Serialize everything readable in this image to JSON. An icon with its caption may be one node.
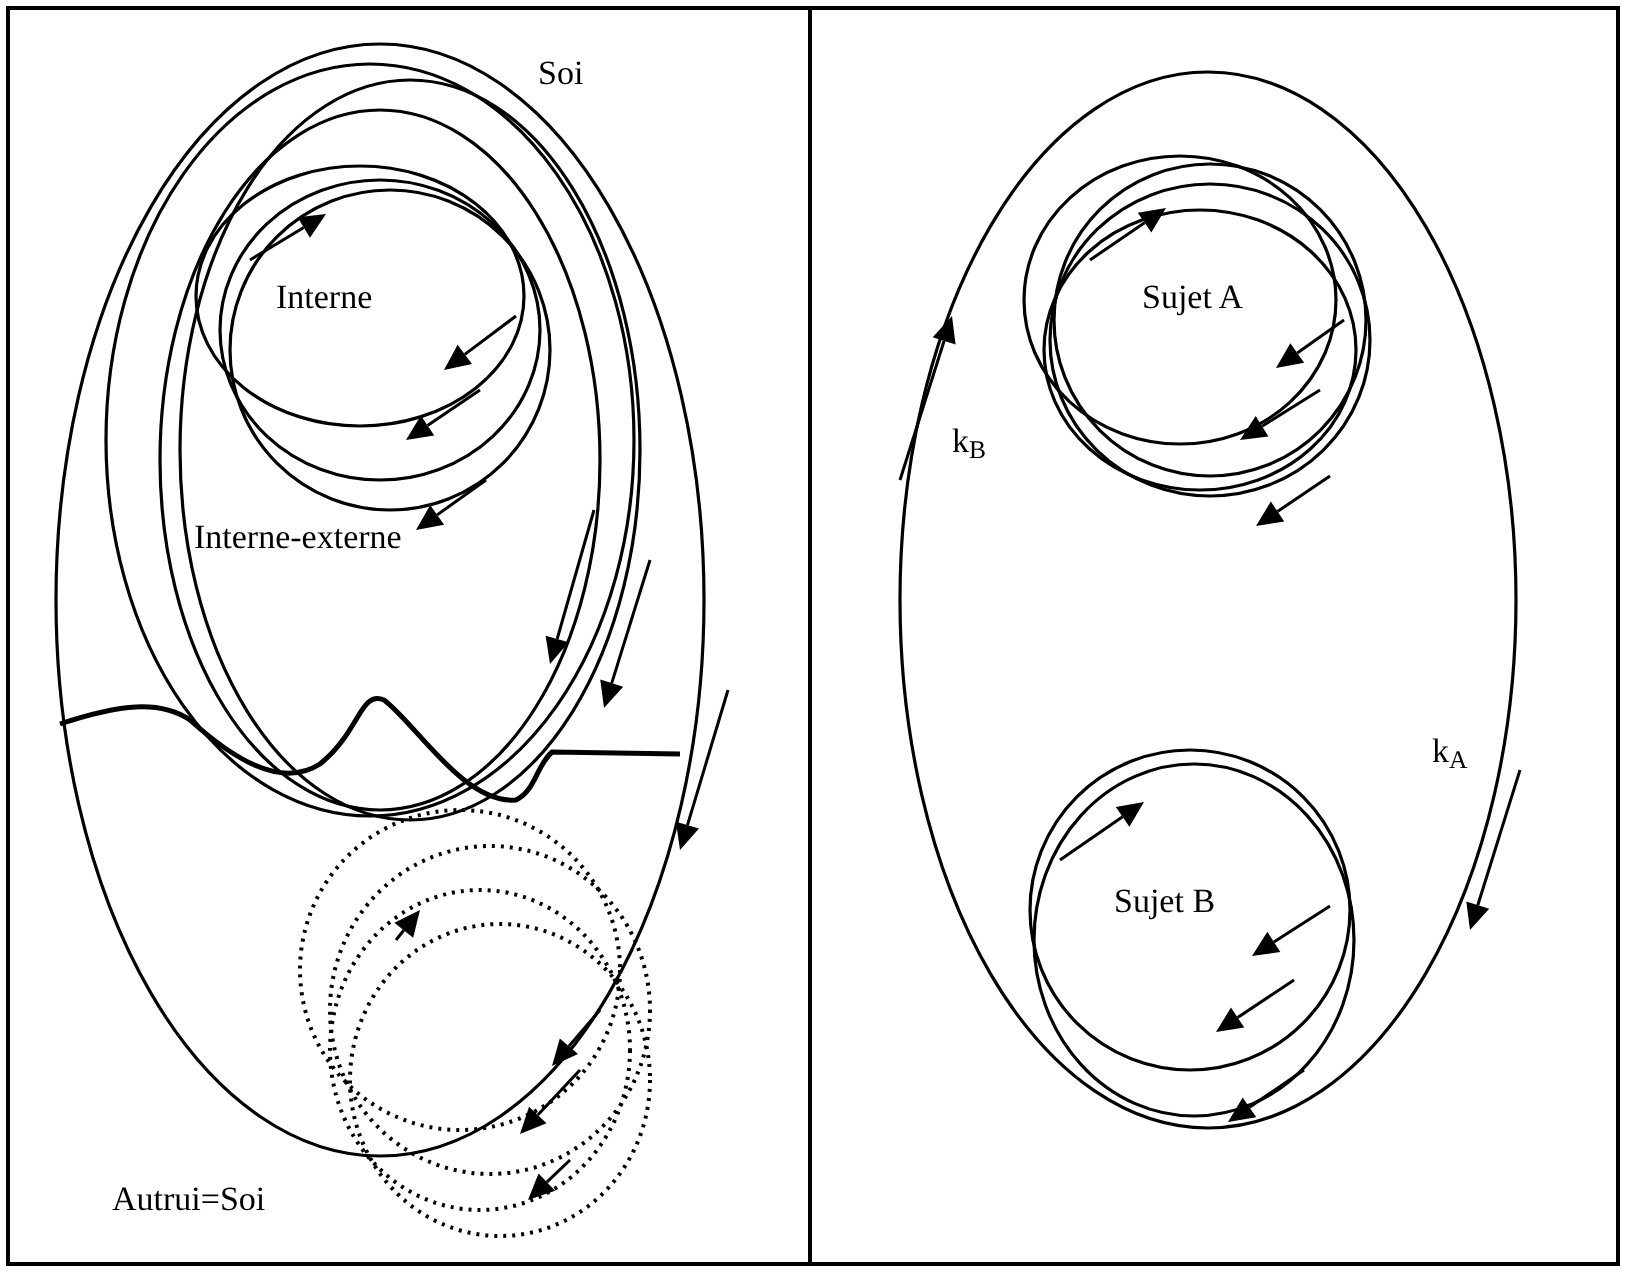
{
  "diagram": {
    "nodes": [
      {
        "text": [
          "Soi"
        ]
      },
      {
        "text": [
          "Interne-externe"
        ],
        "in": 0
      },
      {
        "text": [
          "Interne"
        ],
        "in": 1
      },
      {
        "text": [
          "Autrui=Soi"
        ]
      },
      {
        "text": [],
        "shape": "ellipse"
      },
      {
        "text": [
          "Sujet A"
        ],
        "in": 4
      },
      {
        "text": [
          "Sujet B"
        ],
        "in": 4
      }
    ],
    "labels": [
      "k$_{B}$",
      "k$_{A}$"
    ]
  }
}
